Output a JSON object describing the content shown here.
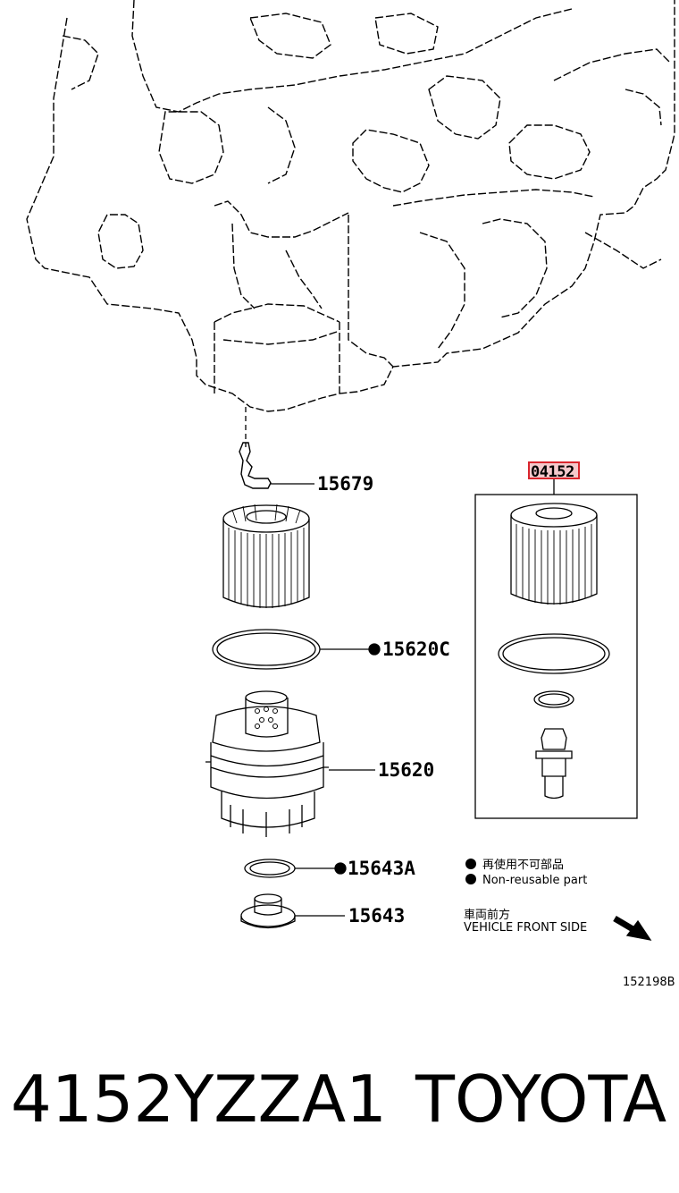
{
  "parts": {
    "p15679": "15679",
    "p15620c": "15620C",
    "p15620": "15620",
    "p15643a": "15643A",
    "p15643": "15643",
    "p04152": "04152"
  },
  "legend": {
    "non_reusable_jp": "再使用不可部品",
    "non_reusable_en": "Non-reusable part",
    "front_jp": "車両前方",
    "front_en": "VEHICLE FRONT SIDE"
  },
  "diagram_code": "152198B",
  "footer": {
    "part_number": "4152YZZA1",
    "brand": "TOYOTA"
  },
  "colors": {
    "highlight_border": "#d9262e",
    "highlight_fill": "#f4c9cc"
  }
}
